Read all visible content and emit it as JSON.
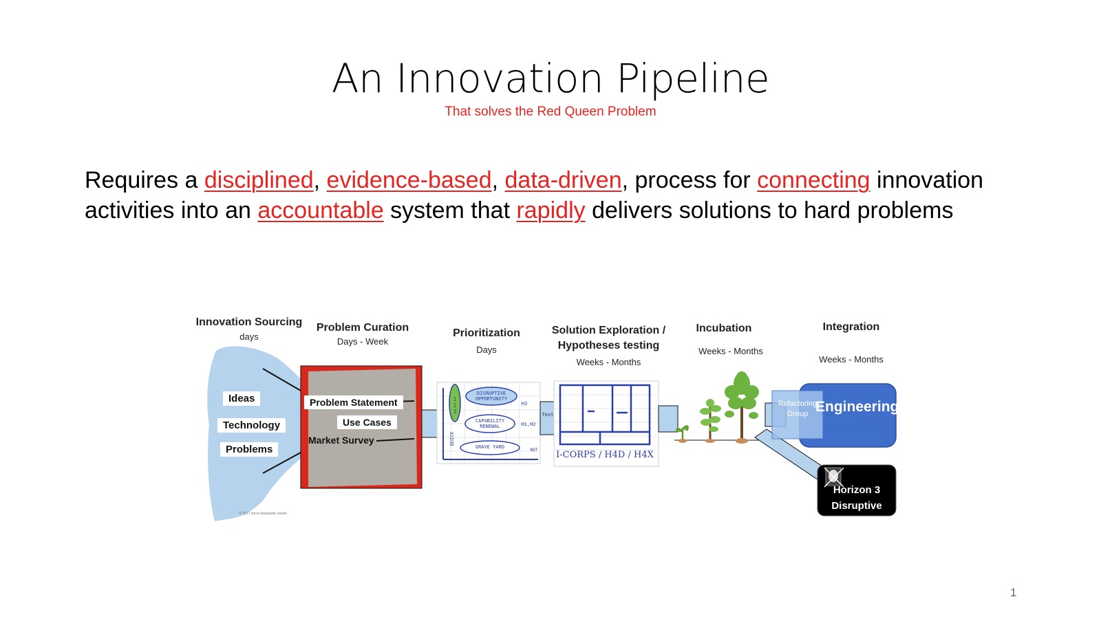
{
  "slide": {
    "title": "An Innovation Pipeline",
    "subtitle": "That solves the Red Queen Problem",
    "page_number": "1"
  },
  "body": {
    "t1": "Requires a ",
    "e1": "disciplined",
    "t2": ", ",
    "e2": "evidence-based",
    "t3": ", ",
    "e3": "data-driven",
    "t4": ", process for ",
    "e4": "connecting",
    "t5": " innovation activities into an ",
    "e5": "accountable",
    "t6": " system that ",
    "e6": "rapidly",
    "t7": " delivers solutions to hard problems"
  },
  "diagram": {
    "stages": [
      {
        "name": "Innovation Sourcing",
        "duration": "days"
      },
      {
        "name": "Problem Curation",
        "duration": "Days - Week"
      },
      {
        "name": "Prioritization",
        "duration": "Days"
      },
      {
        "name": "Solution Exploration / Hypotheses testing",
        "duration": "Weeks - Months"
      },
      {
        "name": "Incubation",
        "duration": "Weeks - Months"
      },
      {
        "name": "Integration",
        "duration": "Weeks - Months"
      }
    ],
    "sourcing_items": [
      "Ideas",
      "Technology",
      "Problems"
    ],
    "curation_items": [
      "Problem Statement",
      "Use Cases",
      "Market Survey"
    ],
    "prioritization": {
      "axis": "QUICK",
      "axis_nums": "1 2 3",
      "ovals": [
        "DISRUPTIVE OPPORTUNITY",
        "CAPABILITY RENEWAL",
        "GRAVE YARD"
      ],
      "tags": [
        "H3",
        "H1,H2",
        "NOT"
      ]
    },
    "text_label": "Text",
    "methods": "I-CORPS / H4D / H4X",
    "integration": {
      "refactoring": "Refactoring Group",
      "engineering": "Engineering",
      "horizon": "Horizon 3",
      "disruptive": "Disruptive"
    },
    "copyright": "© 2017 steve blank/pete newell"
  },
  "colors": {
    "accent_red": "#e8231f",
    "funnel_blue": "#b5d3ec",
    "engineering_blue": "#3f6fcb",
    "frame_red": "#d8281c"
  }
}
